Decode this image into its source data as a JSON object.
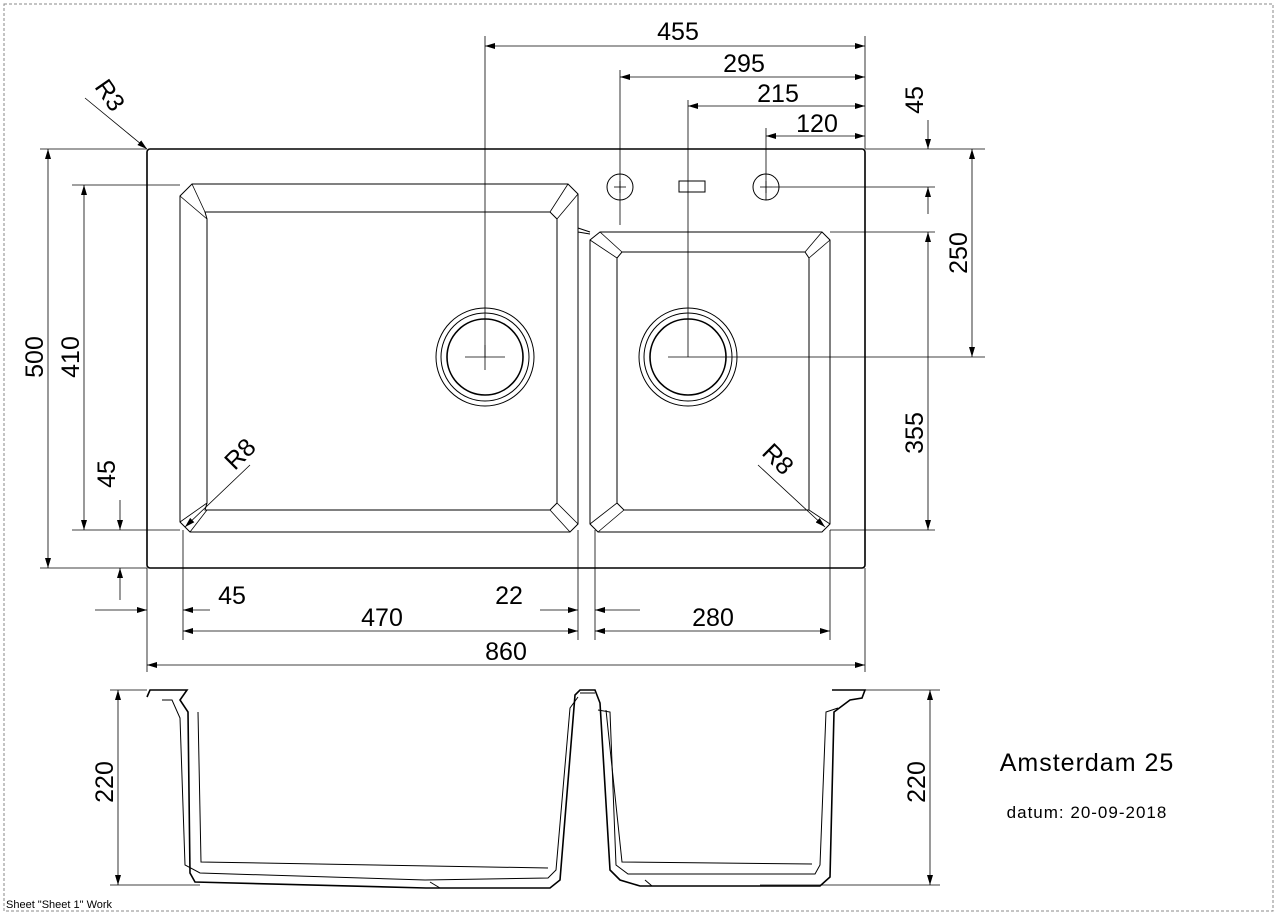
{
  "drawing": {
    "product_name": "Amsterdam 25",
    "date_label": "datum: 20-09-2018",
    "sheet_note": "Sheet \"Sheet 1\" Work"
  },
  "dimensions": {
    "top_455": "455",
    "top_295": "295",
    "top_215": "215",
    "top_120": "120",
    "right_45": "45",
    "right_250": "250",
    "right_355": "355",
    "left_500": "500",
    "left_410": "410",
    "left_45": "45",
    "bottom_45": "45",
    "bottom_22": "22",
    "bottom_470": "470",
    "bottom_280": "280",
    "bottom_860": "860",
    "side_220_left": "220",
    "side_220_right": "220",
    "radius_r3": "R3",
    "radius_r8_left": "R8",
    "radius_r8_right": "R8"
  }
}
